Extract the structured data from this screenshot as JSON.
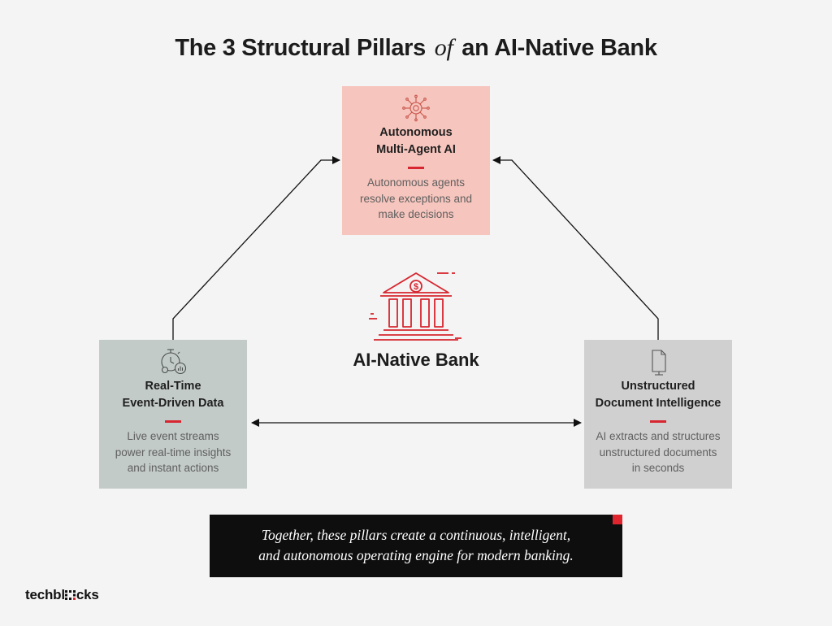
{
  "title": {
    "before": "The 3 Structural Pillars",
    "connector": "of",
    "after": "an AI-Native Bank"
  },
  "pillars": [
    {
      "title_lines": [
        "Autonomous",
        "Multi-Agent AI"
      ],
      "desc_lines": [
        "Autonomous agents",
        "resolve exceptions and",
        "make decisions"
      ],
      "icon": "ai-agents-icon",
      "color": "#f6c5bd"
    },
    {
      "title_lines": [
        "Real-Time",
        "Event-Driven Data"
      ],
      "desc_lines": [
        "Live event streams",
        "power real-time insights",
        "and instant actions"
      ],
      "icon": "stopwatch-chart-icon",
      "color": "#c3cbc9"
    },
    {
      "title_lines": [
        "Unstructured",
        "Document Intelligence"
      ],
      "desc_lines": [
        "AI extracts and structures",
        "unstructured documents",
        "in seconds"
      ],
      "icon": "document-icon",
      "color": "#d0d0d0"
    }
  ],
  "center": {
    "label": "AI-Native Bank",
    "icon": "bank-building-icon"
  },
  "banner": {
    "lines": [
      "Together, these pillars create a continuous, intelligent,",
      "and autonomous operating engine for modern banking."
    ]
  },
  "logo": {
    "text_before": "techbl",
    "text_after": "cks"
  },
  "colors": {
    "accent": "#d7262f",
    "background": "#f4f4f4",
    "banner": "#0e0e0e"
  }
}
